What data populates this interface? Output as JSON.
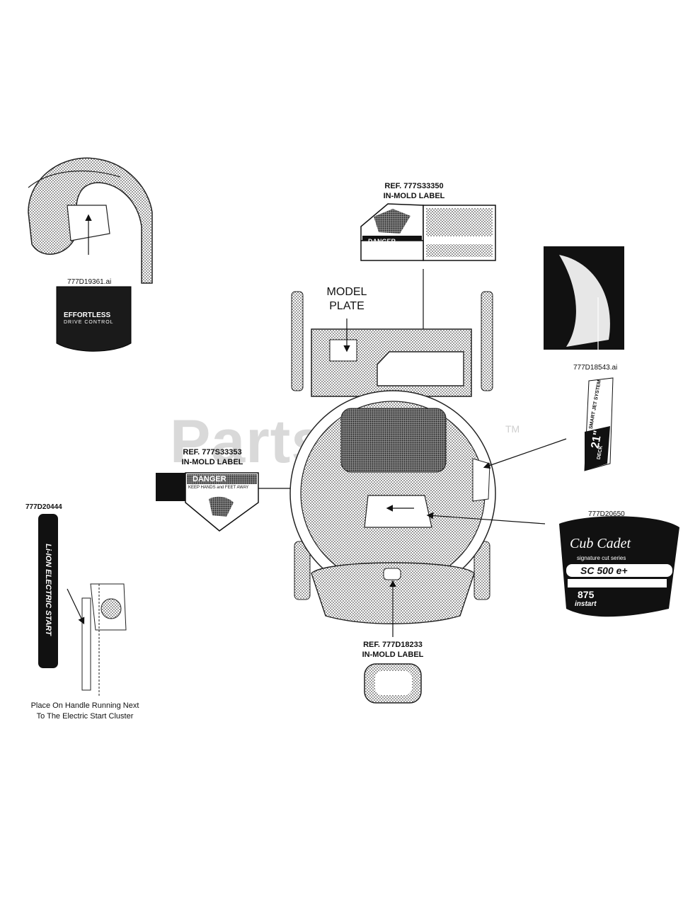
{
  "watermark": {
    "text": "PartsTree",
    "tm": "TM"
  },
  "labels": {
    "ref_top": "REF. 777S33350",
    "inmold_top": "IN-MOLD LABEL",
    "ref_left": "REF. 777S33353",
    "inmold_left": "IN-MOLD LABEL",
    "ref_bottom": "REF. 777D18233",
    "inmold_bottom": "IN-MOLD LABEL",
    "model_plate_1": "MODEL",
    "model_plate_2": "PLATE",
    "part_19361": "777D19361.ai",
    "part_18543": "777D18543.ai",
    "part_20444": "777D20444",
    "part_20650": "777D20650",
    "handle_note_1": "Place On Handle Running Next",
    "handle_note_2": "To The Electric Start Cluster"
  },
  "decals": {
    "effortless_1": "EFFORTLESS",
    "effortless_2": "DRIVE CONTROL",
    "danger": "DANGER",
    "danger_sub": "KEEP HANDS and FEET AWAY",
    "lithium": "Li-ION ELECTRIC START",
    "deck_size": "21\"",
    "deck_word": "DECK",
    "deck_system": "SMART JET SYSTEM",
    "brand": "Cub Cadet",
    "series": "signature cut series",
    "model": "SC 500 e+",
    "torque": "875",
    "instart": "instart"
  }
}
